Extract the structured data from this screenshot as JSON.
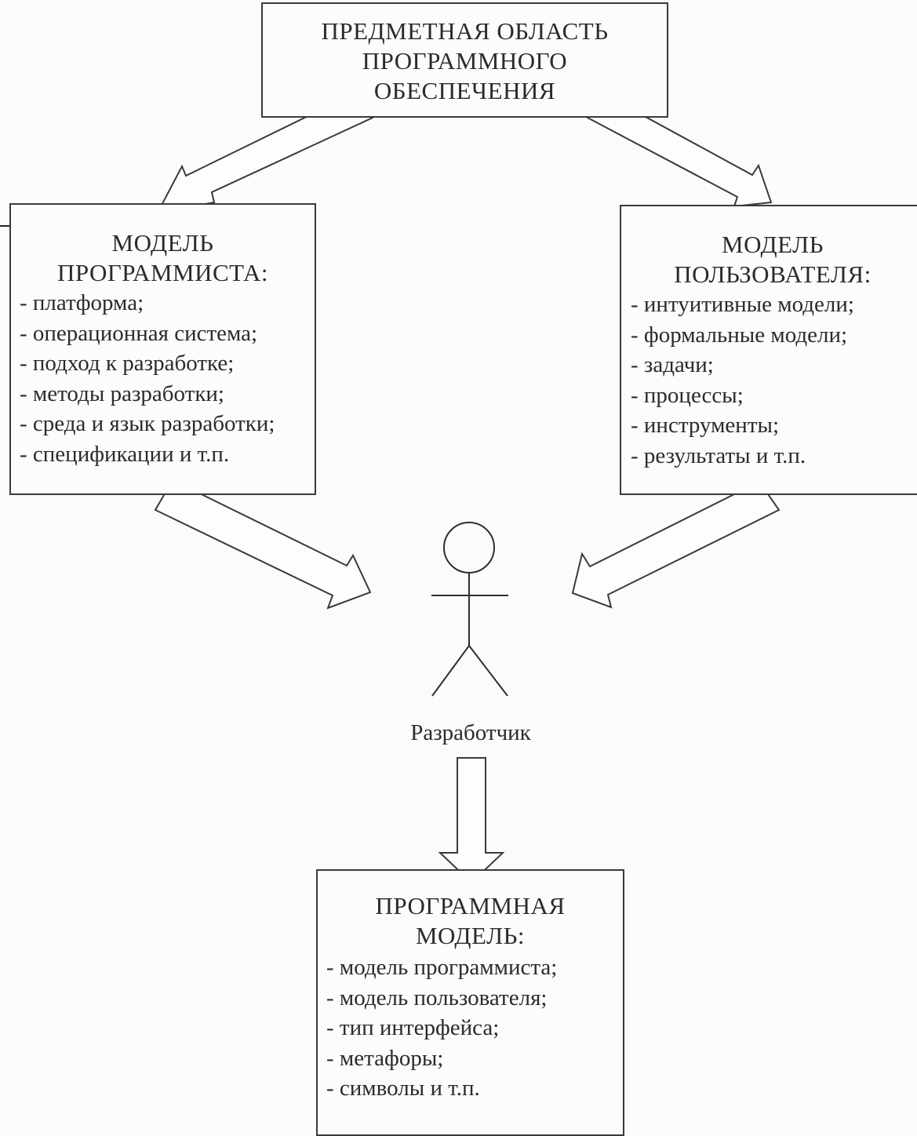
{
  "domain_box": {
    "title": "ПРЕДМЕТНАЯ ОБЛАСТЬ\nПРОГРАММНОГО\nОБЕСПЕЧЕНИЯ"
  },
  "programmer_model": {
    "title": "МОДЕЛЬ\nПРОГРАММИСТА:",
    "items": [
      "- платформа;",
      "- операционная система;",
      "- подход к разработке;",
      "- методы разработки;",
      "- среда и язык разработки;",
      "- спецификации и т.п."
    ]
  },
  "user_model": {
    "title": "МОДЕЛЬ\nПОЛЬЗОВАТЕЛЯ:",
    "items": [
      "- интуитивные модели;",
      "- формальные модели;",
      "- задачи;",
      "- процессы;",
      "- инструменты;",
      "- результаты и т.п."
    ]
  },
  "developer": {
    "label": "Разработчик"
  },
  "software_model": {
    "title": "ПРОГРАММНАЯ\nМОДЕЛЬ:",
    "items": [
      "- модель программиста;",
      "- модель пользователя;",
      "- тип интерфейса;",
      "- метафоры;",
      "- символы и т.п."
    ]
  }
}
